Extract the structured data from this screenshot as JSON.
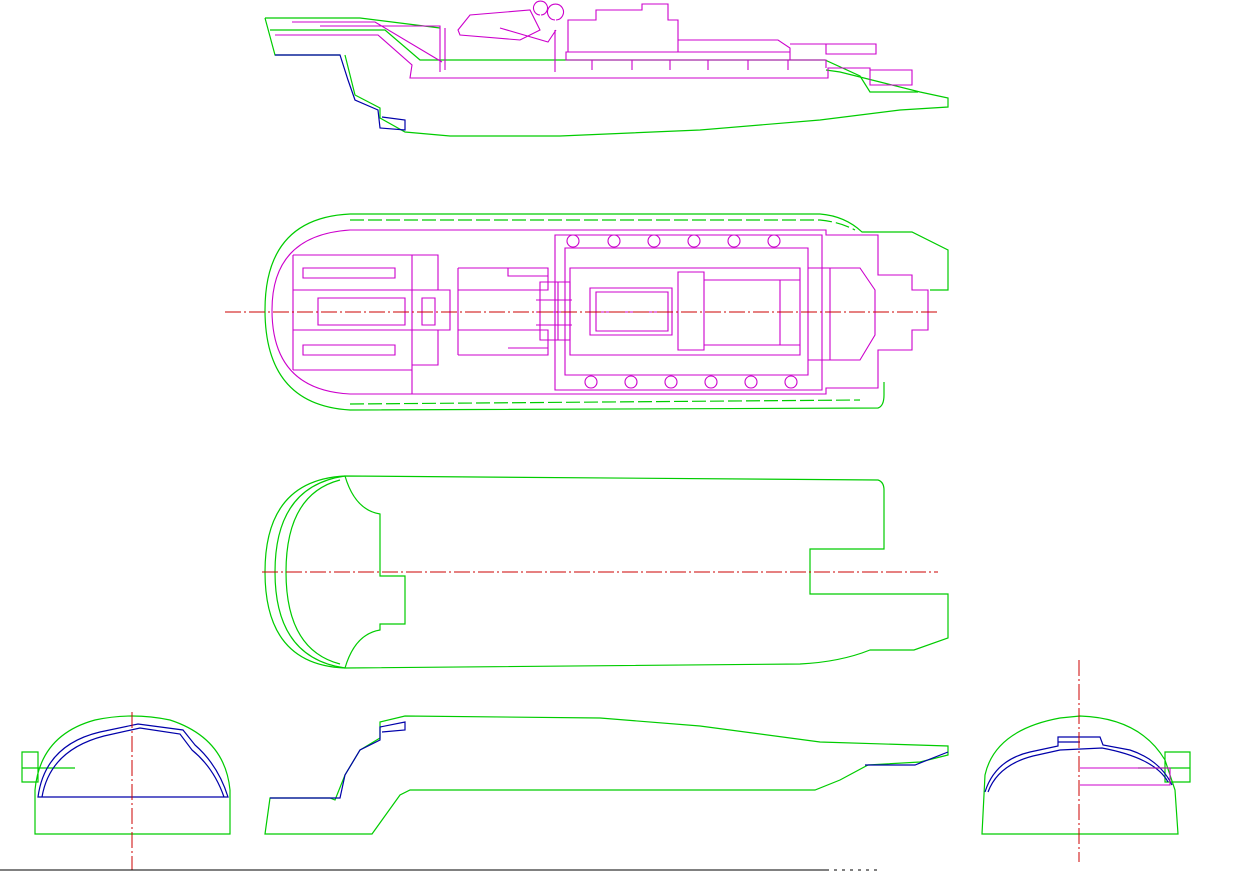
{
  "drawing": {
    "colors": {
      "hull": "#00cc00",
      "deck": "#cc00cc",
      "frame": "#0000aa",
      "axis": "#cc0000",
      "background": "#ffffff"
    },
    "views": [
      "side-elevation",
      "top-plan",
      "hull-plan",
      "front-section",
      "hull-profile",
      "rear-section"
    ]
  }
}
